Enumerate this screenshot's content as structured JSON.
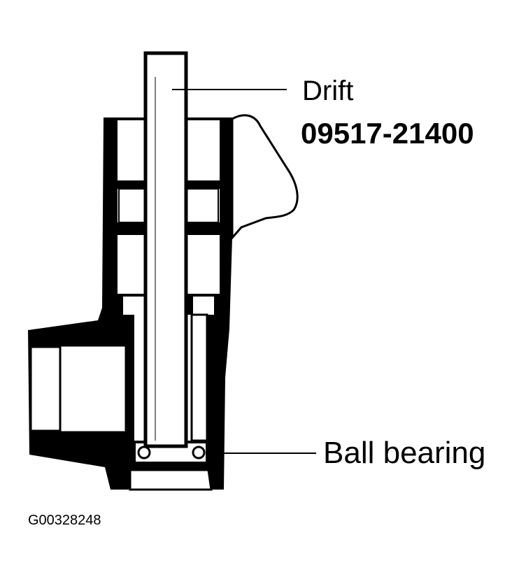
{
  "labels": {
    "drift": "Drift",
    "drift_part_number": "09517-21400",
    "ball_bearing": "Ball bearing"
  },
  "figure_id": "G00328248",
  "colors": {
    "ink": "#000000",
    "paper": "#ffffff"
  }
}
